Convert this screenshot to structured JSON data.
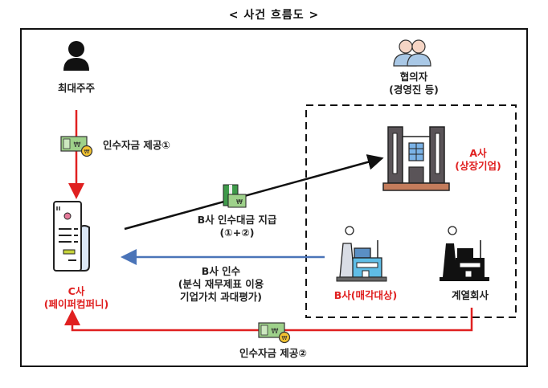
{
  "title": "< 사건 흐름도 >",
  "nodes": {
    "major_shareholder": {
      "label": "최대주주",
      "icon": "person-icon"
    },
    "conspirators": {
      "label_line1": "협의자",
      "label_line2": "(경영진 등)",
      "icon": "people-icon"
    },
    "company_c": {
      "label_line1": "C사",
      "label_line2": "(페이퍼컴퍼니)",
      "icon": "receipt-document-icon"
    },
    "company_a": {
      "label_line1": "A사",
      "label_line2": "(상장기업)",
      "icon": "office-building-icon"
    },
    "company_b": {
      "label": "B사(매각대상)",
      "icon": "factory-icon"
    },
    "affiliate": {
      "label": "계열회사",
      "icon": "factory-icon"
    }
  },
  "edges": {
    "funding1": {
      "label": "인수자금 제공①",
      "from": "major_shareholder",
      "to": "company_c",
      "color": "#e02020",
      "icon": "money-icon"
    },
    "payment": {
      "label_line1": "B사 인수대금 지급",
      "label_line2": "(①+②)",
      "from": "company_c",
      "to": "company_a",
      "color": "#111111",
      "icon": "money-bundle-icon"
    },
    "acquisition": {
      "label_line1": "B사 인수",
      "label_line2": "(분식 재무제표 이용",
      "label_line3": "기업가치 과대평가)",
      "from": "company_b",
      "to": "company_c",
      "color": "#4a74b8"
    },
    "funding2": {
      "label": "인수자금 제공②",
      "from": "affiliate",
      "to": "company_c",
      "color": "#e02020",
      "icon": "money-icon"
    }
  },
  "colors": {
    "highlight_text": "#e02020",
    "funding_arrow": "#e02020",
    "acquisition_arrow": "#4a74b8",
    "payment_arrow": "#111111"
  }
}
